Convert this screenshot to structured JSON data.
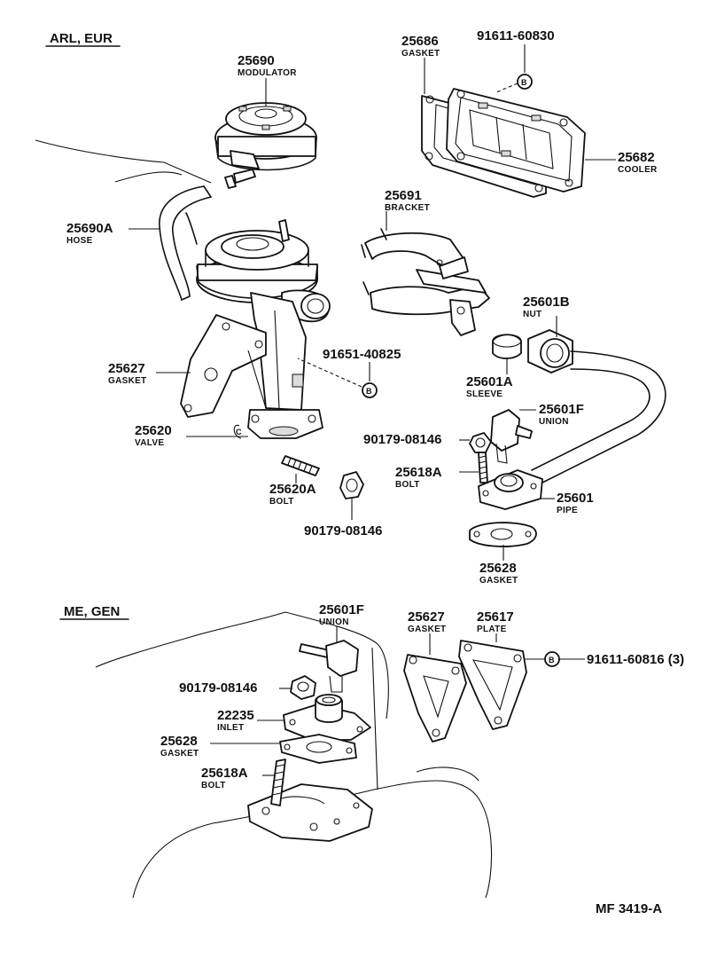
{
  "sections": {
    "top": "ARL, EUR",
    "bottom": "ME, GEN"
  },
  "callouts": {
    "c25690": {
      "number": "25690",
      "name": "MODULATOR"
    },
    "c25686": {
      "number": "25686",
      "name": "GASKET"
    },
    "c91611_60830": {
      "number": "91611-60830",
      "name": ""
    },
    "c25682": {
      "number": "25682",
      "name": "COOLER"
    },
    "c25690A": {
      "number": "25690A",
      "name": "HOSE"
    },
    "c25691": {
      "number": "25691",
      "name": "BRACKET"
    },
    "c25601B": {
      "number": "25601B",
      "name": "NUT"
    },
    "c91651_40825": {
      "number": "91651-40825",
      "name": ""
    },
    "c25627_top": {
      "number": "25627",
      "name": "GASKET"
    },
    "c25601A": {
      "number": "25601A",
      "name": "SLEEVE"
    },
    "c25601F_top": {
      "number": "25601F",
      "name": "UNION"
    },
    "c25620": {
      "number": "25620",
      "name": "VALVE"
    },
    "c90179_top1": {
      "number": "90179-08146",
      "name": ""
    },
    "c25618A_top": {
      "number": "25618A",
      "name": "BOLT"
    },
    "c25620A": {
      "number": "25620A",
      "name": "BOLT"
    },
    "c25601": {
      "number": "25601",
      "name": "PIPE"
    },
    "c90179_top2": {
      "number": "90179-08146",
      "name": ""
    },
    "c25628_top": {
      "number": "25628",
      "name": "GASKET"
    },
    "c25601F_bot": {
      "number": "25601F",
      "name": "UNION"
    },
    "c25627_bot": {
      "number": "25627",
      "name": "GASKET"
    },
    "c25617": {
      "number": "25617",
      "name": "PLATE"
    },
    "c91611_60816": {
      "number": "91611-60816 (3)",
      "name": ""
    },
    "c90179_bot": {
      "number": "90179-08146",
      "name": ""
    },
    "c22235": {
      "number": "22235",
      "name": "INLET"
    },
    "c25628_bot": {
      "number": "25628",
      "name": "GASKET"
    },
    "c25618A_bot": {
      "number": "25618A",
      "name": "BOLT"
    }
  },
  "markers": {
    "b1": "B",
    "b2": "B",
    "b3": "B",
    "valve_c": "C"
  },
  "figure_code": "MF 3419-A"
}
